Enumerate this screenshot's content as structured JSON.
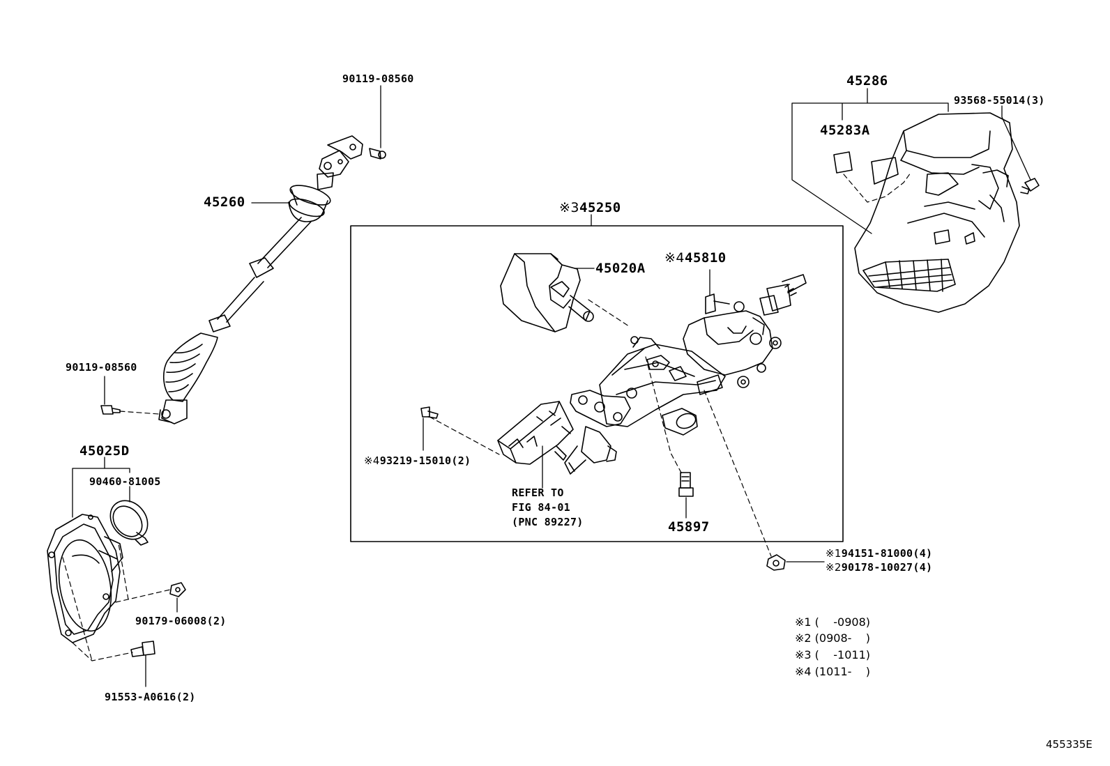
{
  "callouts": {
    "p45260": "45260",
    "p90119_top": "90119-08560",
    "p90119_left": "90119-08560",
    "p45025D": "45025D",
    "p90460": "90460-81005",
    "p90179": "90179-06008(2)",
    "p91553": "91553-A0616(2)",
    "p45250_mark": "※3",
    "p45250": "45250",
    "p45020A": "45020A",
    "p45810_mark": "※4",
    "p45810": "45810",
    "p93219_mark": "※4",
    "p93219": "93219-15010(2)",
    "ref_line1": "REFER TO",
    "ref_line2": "FIG 84-01",
    "ref_line3": "(PNC 89227)",
    "p45897": "45897",
    "p45286": "45286",
    "p45283A": "45283A",
    "p93568": "93568-55014(3)",
    "p94151_mark": "※1",
    "p94151": "94151-81000(4)",
    "p90178_mark": "※2",
    "p90178": "90178-10027(4)"
  },
  "notes": [
    "※1 (    -0908)",
    "※2 (0908-    )",
    "※3 (    -1011)",
    "※4 (1011-    )"
  ],
  "figure_id": "455335E",
  "colors": {
    "ink": "#000000",
    "paper": "#ffffff",
    "shade": "#555555"
  }
}
